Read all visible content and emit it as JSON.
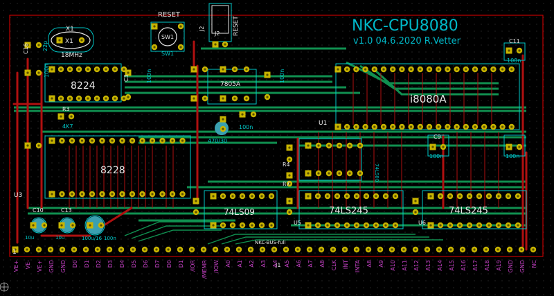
{
  "title": "NKC-CPU8080",
  "version_line": "v1.0   04.6.2020   R.Vetter",
  "bus_label": "NKC-BUS-full",
  "colors": {
    "background": "#000000",
    "grid_dot": "#3a3a3a",
    "outline": "#c00000",
    "front_copper": "#b01010",
    "back_copper": "#109050",
    "silkscreen": "#00c8c8",
    "fab": "#e6e6e6",
    "pad": "#c8b400",
    "pad_hole": "#5a5000",
    "pin_label": "#c040c0",
    "title_text": "#00b8c8"
  },
  "components": {
    "reset_label": "RESET",
    "reset_vertical": "RESET",
    "sw1": "SW1",
    "sw1_value": "SW1",
    "j2": "J2",
    "j2_pin_label": "J2",
    "x1": "X1",
    "x1_inner": "X1",
    "x1_value": "18MHz",
    "c16": "C16",
    "c16_value": "22p",
    "c2_value": "100n",
    "u_8224": "8224",
    "c3": "C3",
    "c3_value": "100n",
    "r3": "R3",
    "r3_value": "4K7",
    "c4_value": "100n",
    "u_7805": "7805A",
    "c5_value": "100n",
    "d1_value": "470/30",
    "u_8080": "i8080A",
    "u1": "U1",
    "c11": "C11",
    "c11_value": "100n",
    "c9": "C9",
    "c9_value": "100n",
    "c1_value": "100n",
    "c8_value": "100n",
    "u_8228": "8228",
    "u3": "U3",
    "c10": "C10",
    "c10_value": "10u",
    "c13": "C13",
    "c13_value": "10u",
    "c12_value": "100u/16",
    "r4": "R4",
    "r7": "R7",
    "u_74ls09": "74LS09",
    "u_74ls245_a": "74LS245",
    "u5": "U5",
    "u_74ls245_b": "74LS245",
    "u6": "U6",
    "u_74ls500": "74LS00",
    "j1": "J1",
    "pin1": "1"
  },
  "pin_labels": [
    "VE+",
    "VE-",
    "VE+",
    "GND",
    "GND",
    "D0",
    "D1",
    "D2",
    "D3",
    "D4",
    "D5",
    "D6",
    "D7",
    "D0",
    "D1",
    "/IOR",
    "/MEMR",
    "/IOW",
    "A0",
    "A1",
    "A2",
    "A3",
    "A4",
    "A5",
    "A6",
    "A7",
    "A8",
    "CLK",
    "INT",
    "INTA",
    "A8",
    "A9",
    "A10",
    "A11",
    "A12",
    "A13",
    "A14",
    "A15",
    "A16",
    "A17",
    "A18",
    "A19",
    "GND",
    "GND",
    "NC"
  ]
}
